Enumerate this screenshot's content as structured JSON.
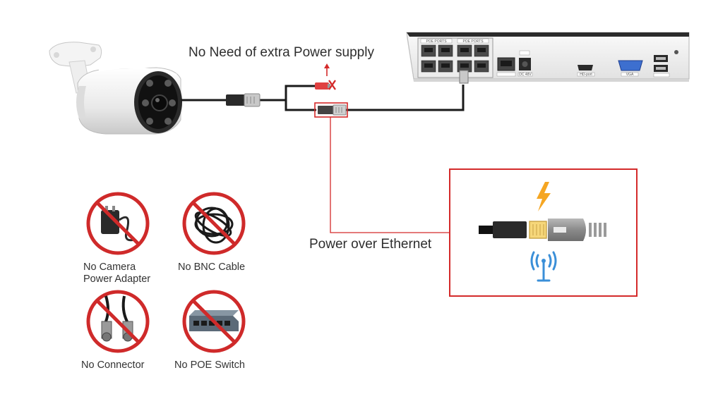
{
  "colors": {
    "accent_red": "#d42a2a",
    "cable": "#1a1a1a",
    "nvr_body": "#f2f2f2",
    "nvr_top": "#2b2b2b",
    "lightning": "#f5a623",
    "wifi_blue": "#3a8fd8"
  },
  "labels": {
    "no_extra_power": "No Need of extra Power supply",
    "power_over_ethernet": "Power over Ethernet"
  },
  "nvr": {
    "poe_ports_label_1": "POE PORTS",
    "poe_ports_label_2": "POE PORTS",
    "hdmi_label": "HD-port",
    "vga_label": "VGA",
    "dc_label": "DC 48V"
  },
  "no_items": [
    {
      "line1": "No Camera",
      "line2": "Power Adapter",
      "icon": "power-adapter-icon"
    },
    {
      "line1": "No BNC Cable",
      "line2": "",
      "icon": "bnc-cable-icon"
    },
    {
      "line1": "No Connector",
      "line2": "",
      "icon": "bnc-connector-icon"
    },
    {
      "line1": "No POE Switch",
      "line2": "",
      "icon": "poe-switch-icon"
    }
  ]
}
